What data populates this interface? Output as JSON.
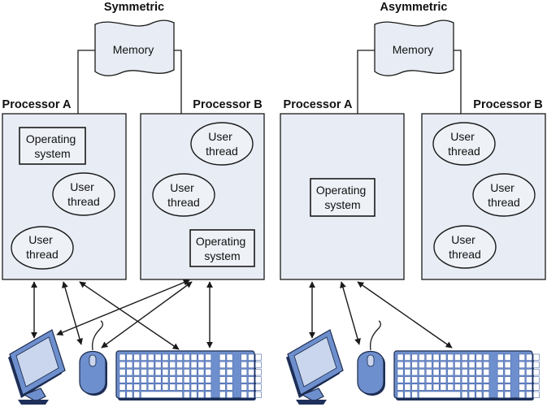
{
  "diagrams": [
    {
      "title": "Symmetric",
      "memory_label": "Memory",
      "processors": [
        {
          "name": "Processor A",
          "os_label": [
            "Operating",
            "system"
          ],
          "threads": [
            [
              "User",
              "thread"
            ],
            [
              "User",
              "thread"
            ]
          ]
        },
        {
          "name": "Processor B",
          "os_label": [
            "Operating",
            "system"
          ],
          "threads": [
            [
              "User",
              "thread"
            ],
            [
              "User",
              "thread"
            ]
          ]
        }
      ]
    },
    {
      "title": "Asymmetric",
      "memory_label": "Memory",
      "processors": [
        {
          "name": "Processor A",
          "os_label": [
            "Operating",
            "system"
          ],
          "threads": []
        },
        {
          "name": "Processor B",
          "os_label": null,
          "threads": [
            [
              "User",
              "thread"
            ],
            [
              "User",
              "thread"
            ],
            [
              "User",
              "thread"
            ]
          ]
        }
      ]
    }
  ],
  "devices": [
    "monitor-icon",
    "mouse-icon",
    "keyboard-icon"
  ],
  "colors": {
    "processor_fill": "#e8edf5",
    "device_blue": "#6e8fce",
    "device_dark": "#1e2f5a",
    "outline": "#1a1a1a"
  }
}
